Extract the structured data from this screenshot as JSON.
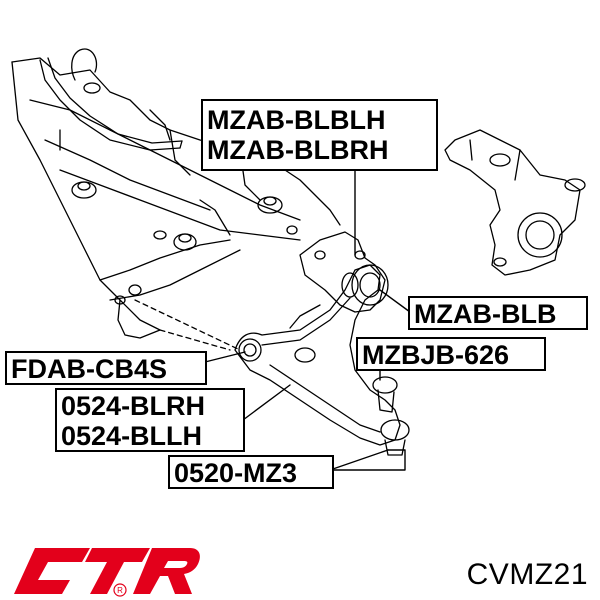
{
  "labels": {
    "mzab_blblh": "MZAB-BLBLH",
    "mzab_blbrh": "MZAB-BLBRH",
    "mzab_blb": "MZAB-BLB",
    "mzbjb_626": "MZBJB-626",
    "fdab_cb4s": "FDAB-CB4S",
    "blrh_0524": "0524-BLRH",
    "bllh_0524": "0524-BLLH",
    "mz3_0520": "0520-MZ3"
  },
  "brand": {
    "logo_text": "CTR",
    "part_code": "CVMZ21",
    "logo_color": "#e3001b"
  }
}
